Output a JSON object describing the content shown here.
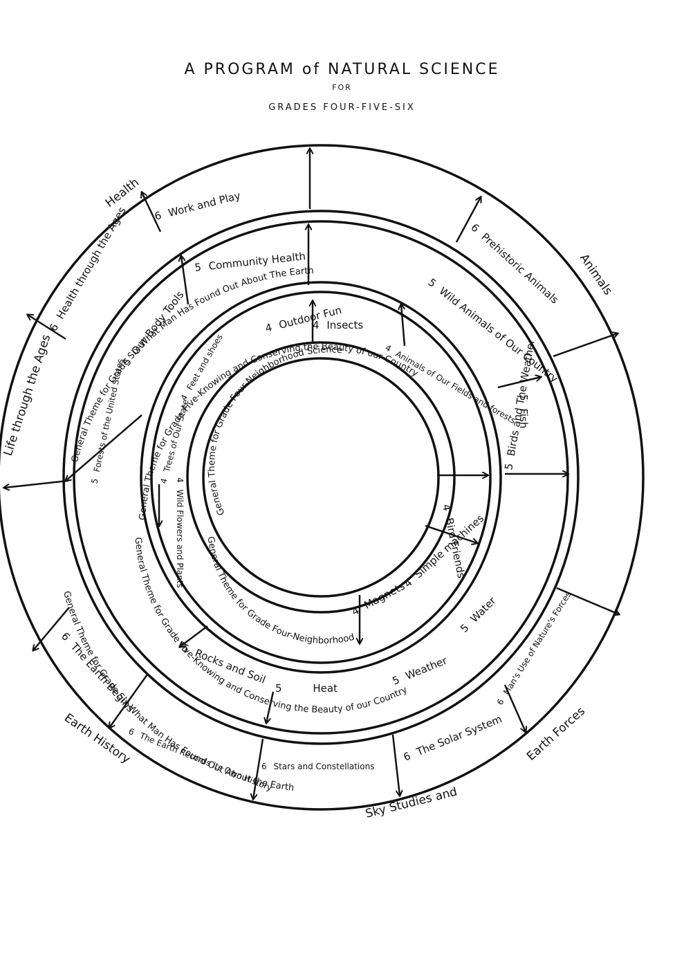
{
  "header": {
    "title": "A PROGRAM of NATURAL SCIENCE",
    "for": "FOR",
    "grades": "GRADES FOUR-FIVE-SIX"
  },
  "band_themes": {
    "grade_four": "General Theme for Grade Four-Neighborhood Science",
    "grade_four_bottom": "General Theme for Grade Four-Neighborhood",
    "grade_five_top": "General Theme for Grade Five-Knowing and Conserving the Beauty of our Country",
    "grade_five_bottom": "General Theme for Grade Five-Knowing and Conserving the Beauty of our Country",
    "grade_six_top": "General Theme for Grade Six-What Man Has Found Out About The Earth",
    "grade_six_bottom": "General Theme for Grade Six-What Man Has Found Out About the Earth"
  },
  "units": {
    "grade_four": [
      {
        "number": "4",
        "label": "Outdoor Fun"
      },
      {
        "number": "4",
        "label": "Insects"
      },
      {
        "number": "4",
        "label": "Animals of Our Fields and forests"
      },
      {
        "number": "4",
        "label": "Bird Friends"
      },
      {
        "number": "4",
        "label": "Simple machines"
      },
      {
        "number": "4",
        "label": "Magnets"
      },
      {
        "number": "4",
        "label": "Wild Flowers and Plants"
      },
      {
        "number": "4",
        "label": "Trees of Our State"
      },
      {
        "number": "4",
        "label": "Feet and shoes"
      }
    ],
    "grade_five": [
      {
        "number": "5",
        "label": "Community Health"
      },
      {
        "number": "5",
        "label": "Wild Animals of Our Country"
      },
      {
        "number": "5",
        "label": "Fish"
      },
      {
        "number": "5",
        "label": "Birds and The Weather"
      },
      {
        "number": "5",
        "label": "Water"
      },
      {
        "number": "5",
        "label": "Weather"
      },
      {
        "number": "5",
        "label": "Heat"
      },
      {
        "number": "5",
        "label": "Rocks and Soil"
      },
      {
        "number": "5",
        "label": "Forests of the United States"
      },
      {
        "number": "5",
        "label": "Our Body Tools"
      }
    ],
    "grade_six": [
      {
        "number": "6",
        "label": "Work and Play"
      },
      {
        "number": "6",
        "label": "Prehistoric Animals"
      },
      {
        "number": "6",
        "label": "Man's Use of Nature's Forces"
      },
      {
        "number": "6",
        "label": "The Solar System"
      },
      {
        "number": "6",
        "label": "Stars and Constellations"
      },
      {
        "number": "6",
        "label": "The Earth Records its Own History"
      },
      {
        "number": "6",
        "label": "The Earth Begins"
      },
      {
        "number": "6",
        "label": "Health through the Ages"
      }
    ]
  },
  "outer_labels": {
    "health": "Health",
    "animals": "Animals",
    "earth_forces": "Earth Forces",
    "sky_studies": "Sky Studies and",
    "earth_history": "Earth History",
    "life_through_ages": "Life through the Ages"
  }
}
